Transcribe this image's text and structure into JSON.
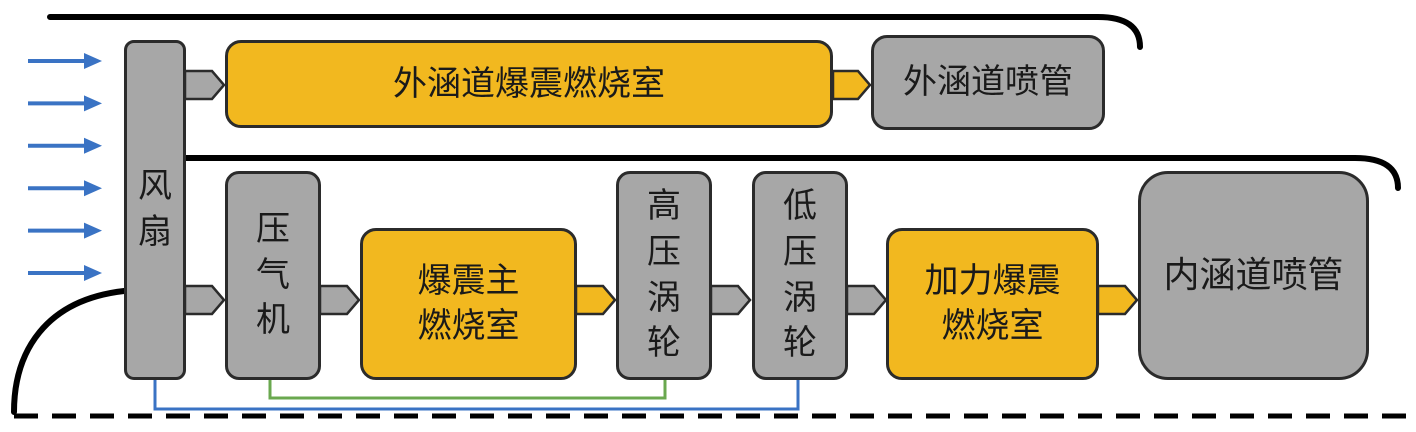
{
  "diagram": {
    "components": {
      "fan": "风\n扇",
      "bypass_combustor": "外涵道爆震燃烧室",
      "bypass_nozzle": "外涵道喷管",
      "compressor": "压\n气\n机",
      "main_combustor": "爆震主\n燃烧室",
      "hp_turbine": "高\n压\n涡\n轮",
      "lp_turbine": "低\n压\n涡\n轮",
      "afterburner": "加力爆震\n燃烧室",
      "core_nozzle": "内涵道喷管"
    },
    "colors": {
      "combustor": "#f2b81f",
      "component": "#a7a7a7",
      "outline": "#2b2b2b",
      "inflow_arrow": "#3a73c4",
      "lp_shaft": "#3a73c4",
      "hp_shaft": "#6aa84f",
      "casing": "#000000"
    },
    "inflow_arrow_count": 6
  }
}
